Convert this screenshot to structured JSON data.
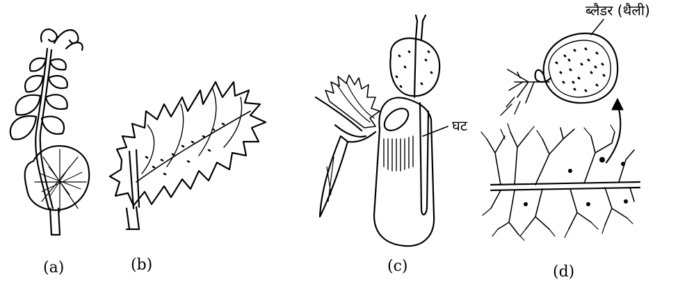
{
  "figure": {
    "captions": {
      "a": "(a)",
      "b": "(b)",
      "c": "(c)",
      "d": "(d)"
    },
    "labels": {
      "pitcher": "घट",
      "bladder": "ब्लैडर (थैली)"
    }
  }
}
